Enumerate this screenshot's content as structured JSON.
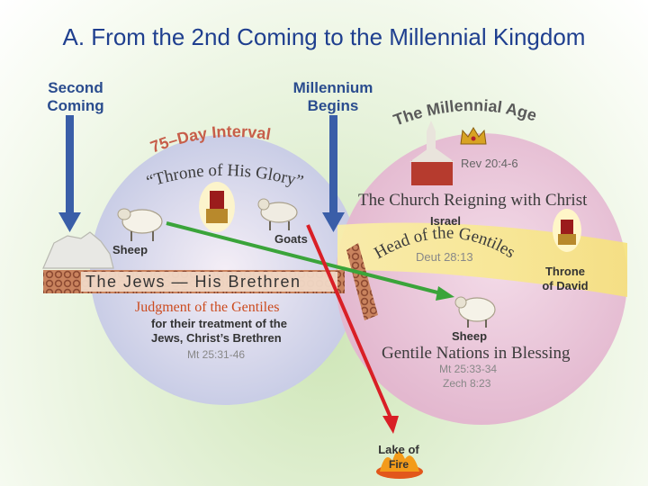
{
  "title": "A. From the 2nd Coming to the Millennial Kingdom",
  "second_coming": [
    "Second",
    "Coming"
  ],
  "millennium_begins": [
    "Millennium",
    "Begins"
  ],
  "interval_label": "75–Day Interval",
  "throne_glory": "“Throne of His Glory”",
  "millennial_age": "The Millennial Age",
  "rev_ref": "Rev 20:4-6",
  "church_reigning": "The Church Reigning with Christ",
  "israel": "Israel",
  "head_gentiles": "Head of the Gentiles",
  "deut_ref": "Deut 28:13",
  "throne_david": [
    "Throne",
    "of David"
  ],
  "sheep_left": "Sheep",
  "goats": "Goats",
  "jews_brethren": "The Jews — His Brethren",
  "judgment": "Judgment of the Gentiles",
  "judgment_sub": [
    "for their treatment of the",
    "Jews, Christ’s Brethren"
  ],
  "mt_ref_left": "Mt 25:31-46",
  "sheep_right": "Sheep",
  "gentile_blessing": "Gentile Nations in Blessing",
  "mt_ref_right": "Mt 25:33-34",
  "zech_ref": "Zech 8:23",
  "lake_fire": [
    "Lake of",
    "Fire"
  ],
  "colors": {
    "title": "#1f3f8f",
    "blue_label": "#2a4c8e",
    "red_arrow": "#d91f26",
    "green_arrow": "#3aa43a",
    "band": "#a35a3a",
    "orange": "#cc4b1f"
  }
}
